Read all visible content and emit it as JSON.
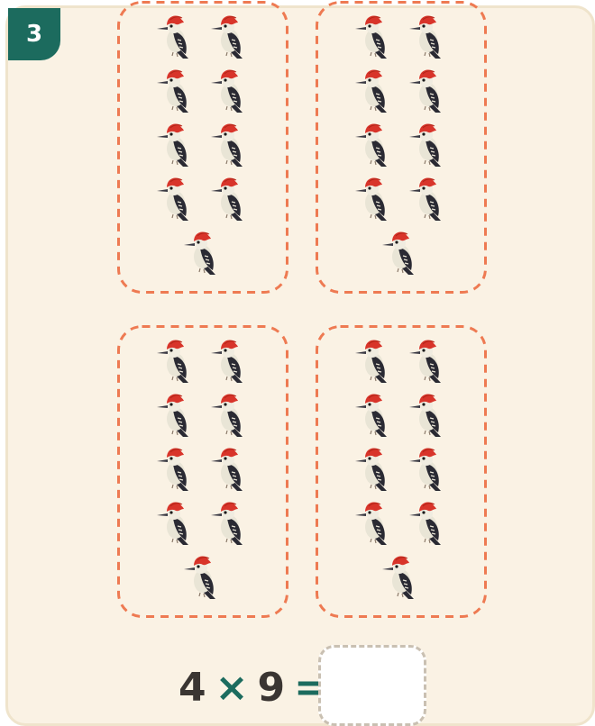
{
  "problem": {
    "number": "3",
    "groups": [
      {
        "count": 9
      },
      {
        "count": 9
      },
      {
        "count": 9
      },
      {
        "count": 9
      }
    ],
    "equation": {
      "left": "4",
      "times": "×",
      "right": "9",
      "equals": "=",
      "answer": ""
    }
  },
  "icons": {
    "item": "woodpecker-icon"
  },
  "colors": {
    "badge": "#1c6b5e",
    "group_border": "#ee7a52",
    "card_bg": "#faf2e4",
    "operator": "#1c6b5e"
  }
}
